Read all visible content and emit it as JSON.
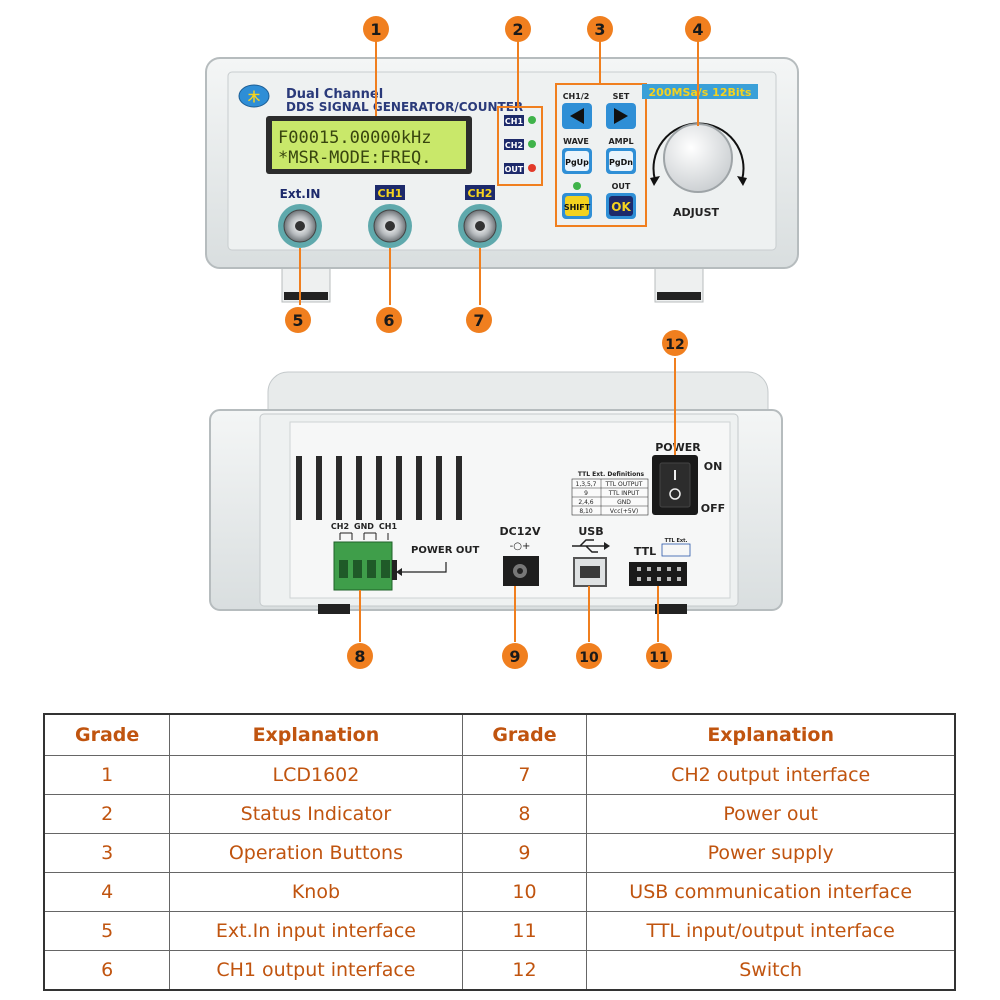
{
  "front": {
    "brand_line1": "Dual Channel",
    "brand_line2": "DDS SIGNAL GENERATOR/COUNTER",
    "spec_badge": "200MSa/s 12Bits",
    "lcd_line1": "F00015.00000kHz",
    "lcd_line2": "*MSR-MODE:FREQ.",
    "indicators": [
      "CH1",
      "CH2",
      "OUT"
    ],
    "btn_labels": {
      "ch12": "CH1/2",
      "set": "SET",
      "wave": "WAVE",
      "ampl": "AMPL",
      "out": "OUT"
    },
    "btn_text": {
      "pgup": "PgUp",
      "pgdn": "PgDn",
      "shift": "SHIFT",
      "ok": "OK"
    },
    "adjust_label": "ADJUST",
    "ports": {
      "ext": "Ext.IN",
      "ch1": "CH1",
      "ch2": "CH2"
    }
  },
  "back": {
    "terminal_labels": [
      "CH2",
      "GND",
      "CH1"
    ],
    "power_out": "POWER OUT",
    "dc_label": "DC12V",
    "usb_label": "USB",
    "ttl_label": "TTL",
    "ttl_small": "TTL Ext.",
    "power_label": "POWER",
    "on_label": "ON",
    "off_label": "OFF",
    "ttl_defs_title": "TTL Ext. Definitions",
    "ttl_defs": [
      [
        "1,3,5,7",
        "TTL OUTPUT"
      ],
      [
        "9",
        "TTL INPUT"
      ],
      [
        "2,4,6",
        "GND"
      ],
      [
        "8,10",
        "Vcc(+5V)"
      ]
    ]
  },
  "callouts": [
    "1",
    "2",
    "3",
    "4",
    "5",
    "6",
    "7",
    "8",
    "9",
    "10",
    "11",
    "12"
  ],
  "table": {
    "headers": [
      "Grade",
      "Explanation",
      "Grade",
      "Explanation"
    ],
    "rows": [
      [
        "1",
        "LCD1602",
        "7",
        "CH2 output interface"
      ],
      [
        "2",
        "Status Indicator",
        "8",
        "Power out"
      ],
      [
        "3",
        "Operation Buttons",
        "9",
        "Power supply"
      ],
      [
        "4",
        "Knob",
        "10",
        "USB communication interface"
      ],
      [
        "5",
        "Ext.In input interface",
        "11",
        "TTL input/output interface"
      ],
      [
        "6",
        "CH1 output interface",
        "12",
        "Switch"
      ]
    ]
  },
  "colors": {
    "callout": "#f07f1f",
    "frame": "#f07f1f",
    "lcd_bg": "#c9e86a",
    "badge": "#3aa0d8"
  }
}
